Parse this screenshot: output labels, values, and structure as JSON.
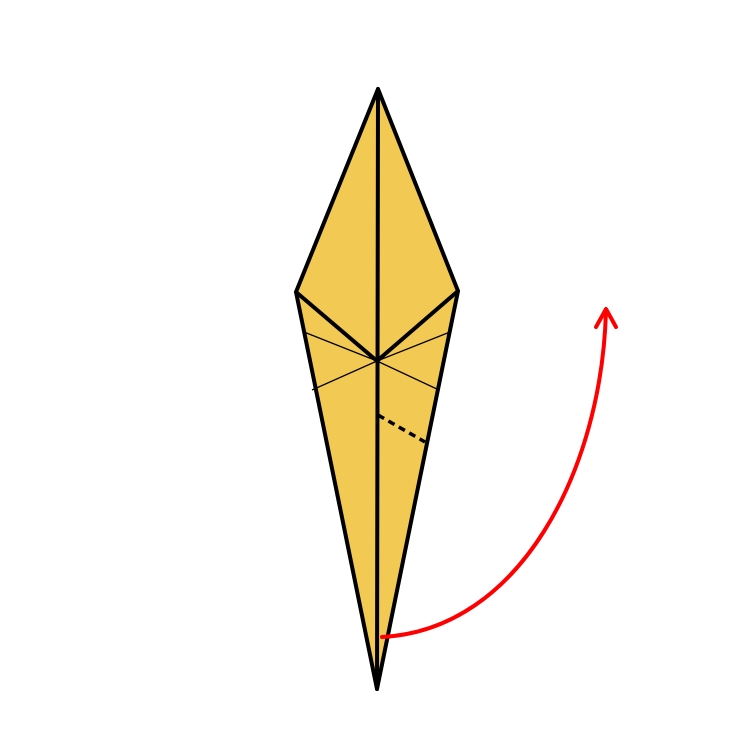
{
  "colors": {
    "background": "#ffffff",
    "paper_fill": "#f2c953",
    "outline": "#000000",
    "arrow": "#ff0000"
  },
  "diagram": {
    "type": "origami-fold-step",
    "shape": "kite-base-point",
    "instruction_marks": {
      "fold_line": "dashed-valley-fold",
      "arrow": "curved-fold-up-arrow"
    }
  }
}
